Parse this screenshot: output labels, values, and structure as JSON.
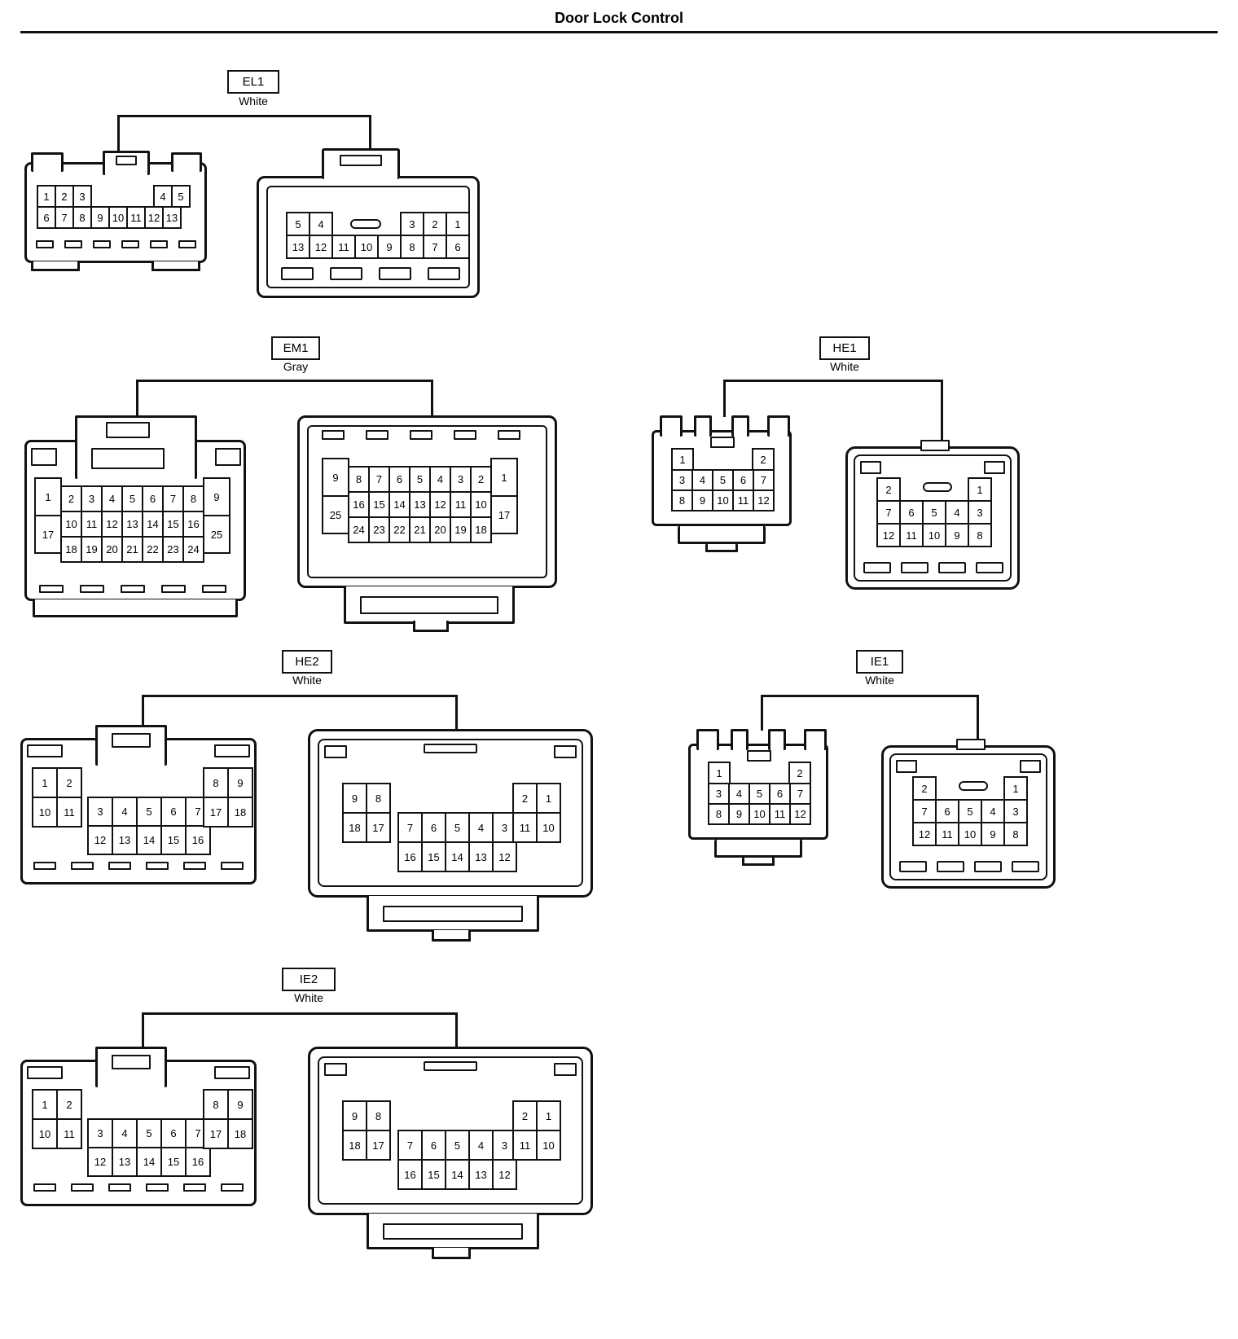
{
  "title": "Door Lock Control",
  "connectors": [
    {
      "id": "EL1",
      "color": "White",
      "views": {
        "left": {
          "blocks": [
            [
              [
                "1",
                "2",
                "3"
              ]
            ],
            [
              [
                "4",
                "5"
              ]
            ],
            [
              [
                "6",
                "7",
                "8",
                "9",
                "10",
                "11",
                "12",
                "13"
              ]
            ]
          ]
        },
        "right": {
          "blocks": [
            [
              [
                "5",
                "4"
              ]
            ],
            [
              [
                "3",
                "2",
                "1"
              ]
            ],
            [
              [
                "13",
                "12",
                "11",
                "10",
                "9",
                "8",
                "7",
                "6"
              ]
            ]
          ]
        }
      }
    },
    {
      "id": "EM1",
      "color": "Gray",
      "views": {
        "left": {
          "blocks": [
            [
              [
                "1"
              ],
              [
                "17"
              ]
            ],
            [
              [
                "2",
                "3",
                "4",
                "5",
                "6",
                "7",
                "8"
              ],
              [
                "10",
                "11",
                "12",
                "13",
                "14",
                "15",
                "16"
              ],
              [
                "18",
                "19",
                "20",
                "21",
                "22",
                "23",
                "24"
              ]
            ],
            [
              [
                "9"
              ],
              [
                "25"
              ]
            ]
          ]
        },
        "right": {
          "blocks": [
            [
              [
                "9"
              ],
              [
                "25"
              ]
            ],
            [
              [
                "8",
                "7",
                "6",
                "5",
                "4",
                "3",
                "2"
              ],
              [
                "16",
                "15",
                "14",
                "13",
                "12",
                "11",
                "10"
              ],
              [
                "24",
                "23",
                "22",
                "21",
                "20",
                "19",
                "18"
              ]
            ],
            [
              [
                "1"
              ],
              [
                "17"
              ]
            ]
          ]
        }
      }
    },
    {
      "id": "HE1",
      "color": "White",
      "views": {
        "left": {
          "blocks": [
            [
              [
                "1"
              ]
            ],
            [
              [
                "2"
              ]
            ],
            [
              [
                "3",
                "4",
                "5",
                "6",
                "7"
              ]
            ],
            [
              [
                "8",
                "9",
                "10",
                "11",
                "12"
              ]
            ]
          ]
        },
        "right": {
          "blocks": [
            [
              [
                "2"
              ]
            ],
            [
              [
                "1"
              ]
            ],
            [
              [
                "7",
                "6",
                "5",
                "4",
                "3"
              ]
            ],
            [
              [
                "12",
                "11",
                "10",
                "9",
                "8"
              ]
            ]
          ]
        }
      }
    },
    {
      "id": "HE2",
      "color": "White",
      "views": {
        "left": {
          "blocks": [
            [
              [
                "1",
                "2"
              ],
              [
                "10",
                "11"
              ]
            ],
            [
              [
                "3",
                "4",
                "5",
                "6",
                "7"
              ],
              [
                "12",
                "13",
                "14",
                "15",
                "16"
              ]
            ],
            [
              [
                "8",
                "9"
              ],
              [
                "17",
                "18"
              ]
            ]
          ]
        },
        "right": {
          "blocks": [
            [
              [
                "9",
                "8"
              ],
              [
                "18",
                "17"
              ]
            ],
            [
              [
                "7",
                "6",
                "5",
                "4",
                "3"
              ],
              [
                "16",
                "15",
                "14",
                "13",
                "12"
              ]
            ],
            [
              [
                "2",
                "1"
              ],
              [
                "11",
                "10"
              ]
            ]
          ]
        }
      }
    },
    {
      "id": "IE1",
      "color": "White",
      "views": {
        "left": {
          "blocks": [
            [
              [
                "1"
              ]
            ],
            [
              [
                "2"
              ]
            ],
            [
              [
                "3",
                "4",
                "5",
                "6",
                "7"
              ]
            ],
            [
              [
                "8",
                "9",
                "10",
                "11",
                "12"
              ]
            ]
          ]
        },
        "right": {
          "blocks": [
            [
              [
                "2"
              ]
            ],
            [
              [
                "1"
              ]
            ],
            [
              [
                "7",
                "6",
                "5",
                "4",
                "3"
              ]
            ],
            [
              [
                "12",
                "11",
                "10",
                "9",
                "8"
              ]
            ]
          ]
        }
      }
    },
    {
      "id": "IE2",
      "color": "White",
      "views": {
        "left": {
          "blocks": [
            [
              [
                "1",
                "2"
              ],
              [
                "10",
                "11"
              ]
            ],
            [
              [
                "3",
                "4",
                "5",
                "6",
                "7"
              ],
              [
                "12",
                "13",
                "14",
                "15",
                "16"
              ]
            ],
            [
              [
                "8",
                "9"
              ],
              [
                "17",
                "18"
              ]
            ]
          ]
        },
        "right": {
          "blocks": [
            [
              [
                "9",
                "8"
              ],
              [
                "18",
                "17"
              ]
            ],
            [
              [
                "7",
                "6",
                "5",
                "4",
                "3"
              ],
              [
                "16",
                "15",
                "14",
                "13",
                "12"
              ]
            ],
            [
              [
                "2",
                "1"
              ],
              [
                "11",
                "10"
              ]
            ]
          ]
        }
      }
    }
  ]
}
